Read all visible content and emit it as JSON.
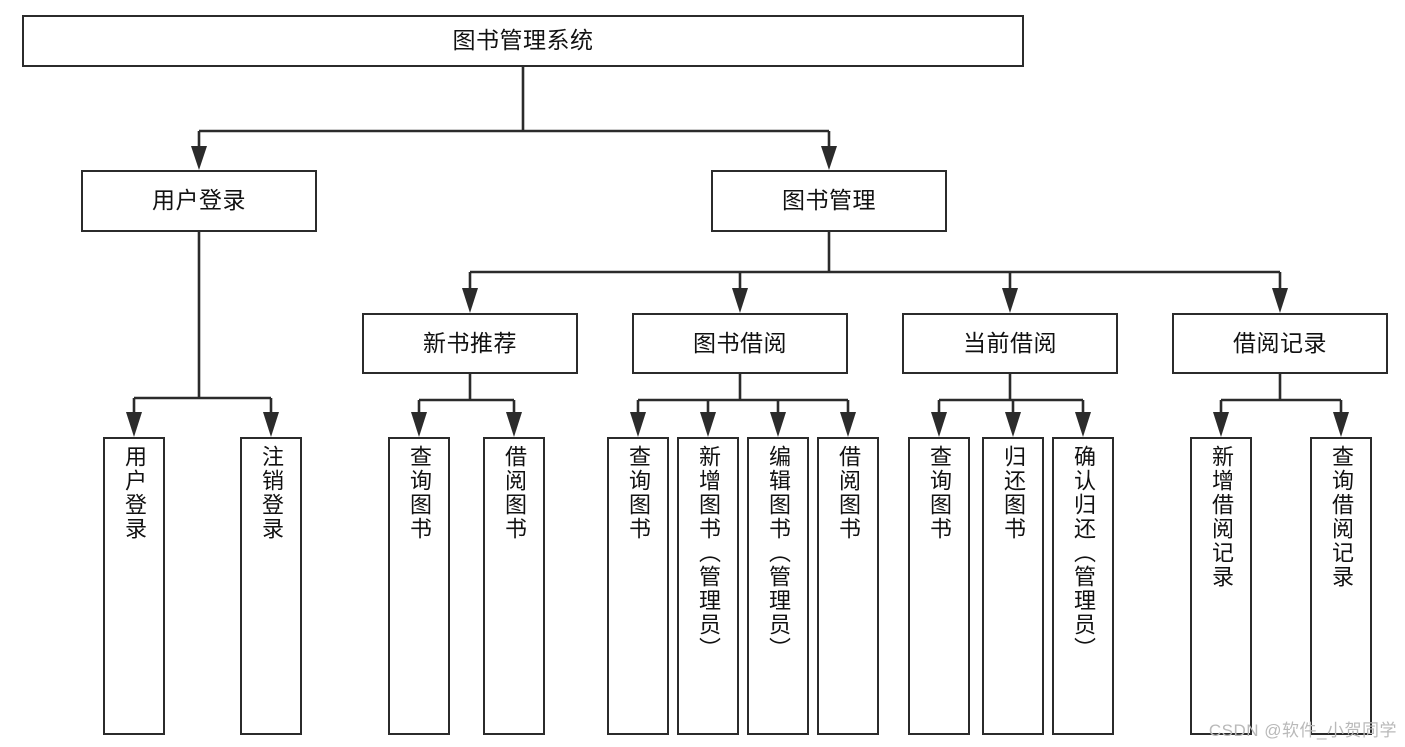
{
  "diagram": {
    "title": "图书管理系统",
    "type": "tree",
    "orientation": "top-down",
    "colors": {
      "line": "#2b2b2b",
      "box_border": "#2b2b2b",
      "box_fill": "#ffffff",
      "text": "#111111",
      "watermark": "#b9b9b9",
      "background": "#ffffff"
    }
  },
  "watermark": {
    "text": "CSDN @软件_小贺同学"
  },
  "nodes": {
    "root": {
      "label": "图书管理系统"
    },
    "level2": [
      {
        "id": "user-login",
        "label": "用户登录"
      },
      {
        "id": "book-manage",
        "label": "图书管理"
      }
    ],
    "level3": [
      {
        "id": "new-book-recommend",
        "label": "新书推荐"
      },
      {
        "id": "book-borrow",
        "label": "图书借阅"
      },
      {
        "id": "current-borrow",
        "label": "当前借阅"
      },
      {
        "id": "borrow-record",
        "label": "借阅记录"
      }
    ],
    "leaves": {
      "user-login": [
        {
          "id": "leaf-user-login",
          "label": "用户登录"
        },
        {
          "id": "leaf-logout-login",
          "label": "注销登录"
        }
      ],
      "new-book-recommend": [
        {
          "id": "leaf-query-book-1",
          "label": "查询图书"
        },
        {
          "id": "leaf-borrow-book-1",
          "label": "借阅图书"
        }
      ],
      "book-borrow": [
        {
          "id": "leaf-query-book-2",
          "label": "查询图书"
        },
        {
          "id": "leaf-add-book",
          "label": "新增图书（管理员）"
        },
        {
          "id": "leaf-edit-book",
          "label": "编辑图书（管理员）"
        },
        {
          "id": "leaf-borrow-book-2",
          "label": "借阅图书"
        }
      ],
      "current-borrow": [
        {
          "id": "leaf-query-book-3",
          "label": "查询图书"
        },
        {
          "id": "leaf-return-book",
          "label": "归还图书"
        },
        {
          "id": "leaf-confirm-return",
          "label": "确认归还（管理员）"
        }
      ],
      "borrow-record": [
        {
          "id": "leaf-add-record",
          "label": "新增借阅记录"
        },
        {
          "id": "leaf-query-record",
          "label": "查询借阅记录"
        }
      ]
    }
  },
  "edges": [
    {
      "from": "图书管理系统",
      "to": "用户登录"
    },
    {
      "from": "图书管理系统",
      "to": "图书管理"
    },
    {
      "from": "用户登录",
      "to": "用户登录"
    },
    {
      "from": "用户登录",
      "to": "注销登录"
    },
    {
      "from": "图书管理",
      "to": "新书推荐"
    },
    {
      "from": "图书管理",
      "to": "图书借阅"
    },
    {
      "from": "图书管理",
      "to": "当前借阅"
    },
    {
      "from": "图书管理",
      "to": "借阅记录"
    },
    {
      "from": "新书推荐",
      "to": "查询图书"
    },
    {
      "from": "新书推荐",
      "to": "借阅图书"
    },
    {
      "from": "图书借阅",
      "to": "查询图书"
    },
    {
      "from": "图书借阅",
      "to": "新增图书（管理员）"
    },
    {
      "from": "图书借阅",
      "to": "编辑图书（管理员）"
    },
    {
      "from": "图书借阅",
      "to": "借阅图书"
    },
    {
      "from": "当前借阅",
      "to": "查询图书"
    },
    {
      "from": "当前借阅",
      "to": "归还图书"
    },
    {
      "from": "当前借阅",
      "to": "确认归还（管理员）"
    },
    {
      "from": "借阅记录",
      "to": "新增借阅记录"
    },
    {
      "from": "借阅记录",
      "to": "查询借阅记录"
    }
  ]
}
